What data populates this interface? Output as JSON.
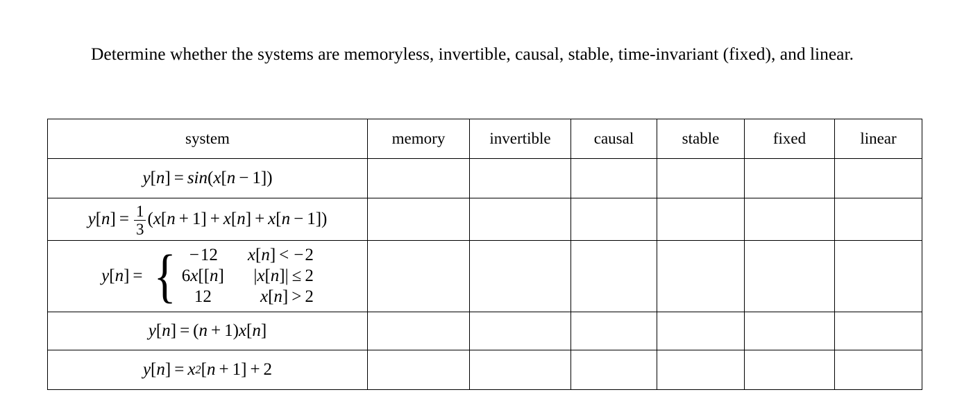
{
  "document": {
    "prompt": "Determine whether the systems are memoryless, invertible, causal, stable, time-invariant (fixed), and linear.",
    "background_color": "#ffffff",
    "text_color": "#000000",
    "border_color": "#000000"
  },
  "table": {
    "headers": [
      {
        "key": "system",
        "label": "system"
      },
      {
        "key": "memory",
        "label": "memory"
      },
      {
        "key": "invertible",
        "label": "invertible"
      },
      {
        "key": "causal",
        "label": "causal"
      },
      {
        "key": "stable",
        "label": "stable"
      },
      {
        "key": "fixed",
        "label": "fixed"
      },
      {
        "key": "linear",
        "label": "linear"
      }
    ],
    "rows": [
      {
        "id": "row-1",
        "equation_plain": "y[n] = sin(x[n − 1])",
        "parts": {
          "lhs_y": "y",
          "lhs_open": "[",
          "lhs_n": "n",
          "lhs_close": "]",
          "equals": "=",
          "func": "sin",
          "paren_open": "(",
          "x": "x",
          "b_open": "[",
          "n": "n",
          "minus": "−",
          "one": "1",
          "b_close": "]",
          "paren_close": ")"
        },
        "memory": "",
        "invertible": "",
        "causal": "",
        "stable": "",
        "fixed": "",
        "linear": ""
      },
      {
        "id": "row-2",
        "equation_plain": "y[n] = 1/3 (x[n + 1] + x[n] + x[n − 1])",
        "parts": {
          "lhs_y": "y",
          "lhs_open": "[",
          "lhs_n": "n",
          "lhs_close": "]",
          "equals": "=",
          "frac_num": "1",
          "frac_den": "3",
          "paren_open": "(",
          "t1_x": "x",
          "t1_open": "[",
          "t1_n": "n",
          "t1_op": "+",
          "t1_num": "1",
          "t1_close": "]",
          "plus1": "+",
          "t2_x": "x",
          "t2_open": "[",
          "t2_n": "n",
          "t2_close": "]",
          "plus2": "+",
          "t3_x": "x",
          "t3_open": "[",
          "t3_n": "n",
          "t3_op": "−",
          "t3_num": "1",
          "t3_close": "]",
          "paren_close": ")"
        },
        "memory": "",
        "invertible": "",
        "causal": "",
        "stable": "",
        "fixed": "",
        "linear": ""
      },
      {
        "id": "row-3",
        "equation_plain": "y[n] = { −12, x[n] < −2 ; 6x[[n], |x[n]| ≤ 2 ; 12, x[n] > 2 }",
        "parts": {
          "lhs_y": "y",
          "lhs_open": "[",
          "lhs_n": "n",
          "lhs_close": "]",
          "equals": "=",
          "brace": "{"
        },
        "cases": [
          {
            "value_plain": "−12",
            "value_sign": "−",
            "value_num": "12",
            "cond_plain": "x[n] < −2",
            "cond_x": "x",
            "cond_open": "[",
            "cond_n": "n",
            "cond_close": "]",
            "cond_rel": "<",
            "cond_sign": "−",
            "cond_num": "2"
          },
          {
            "value_plain": "6x[[n]",
            "value_coef": "6",
            "value_x": "x",
            "value_brk": "[[",
            "value_n": "n",
            "value_close": "]",
            "cond_plain": "|x[n]| ≤ 2",
            "cond_bar_l": "|",
            "cond_x": "x",
            "cond_open": "[",
            "cond_n": "n",
            "cond_close": "]",
            "cond_bar_r": "|",
            "cond_rel": "≤",
            "cond_num": "2"
          },
          {
            "value_plain": "12",
            "value_num": "12",
            "cond_plain": "x[n] > 2",
            "cond_x": "x",
            "cond_open": "[",
            "cond_n": "n",
            "cond_close": "]",
            "cond_rel": ">",
            "cond_num": "2"
          }
        ],
        "memory": "",
        "invertible": "",
        "causal": "",
        "stable": "",
        "fixed": "",
        "linear": ""
      },
      {
        "id": "row-4",
        "equation_plain": "y[n] = (n + 1)x[n]",
        "parts": {
          "lhs_y": "y",
          "lhs_open": "[",
          "lhs_n": "n",
          "lhs_close": "]",
          "equals": "=",
          "paren_open": "(",
          "p_n": "n",
          "p_op": "+",
          "p_num": "1",
          "paren_close": ")",
          "x": "x",
          "b_open": "[",
          "n": "n",
          "b_close": "]"
        },
        "memory": "",
        "invertible": "",
        "causal": "",
        "stable": "",
        "fixed": "",
        "linear": ""
      },
      {
        "id": "row-5",
        "equation_plain": "y[n] = x²[n + 1] + 2",
        "parts": {
          "lhs_y": "y",
          "lhs_open": "[",
          "lhs_n": "n",
          "lhs_close": "]",
          "equals": "=",
          "x": "x",
          "exp": "2",
          "b_open": "[",
          "n": "n",
          "b_op": "+",
          "b_num": "1",
          "b_close": "]",
          "tail_op": "+",
          "tail_num": "2"
        },
        "memory": "",
        "invertible": "",
        "causal": "",
        "stable": "",
        "fixed": "",
        "linear": ""
      }
    ]
  }
}
